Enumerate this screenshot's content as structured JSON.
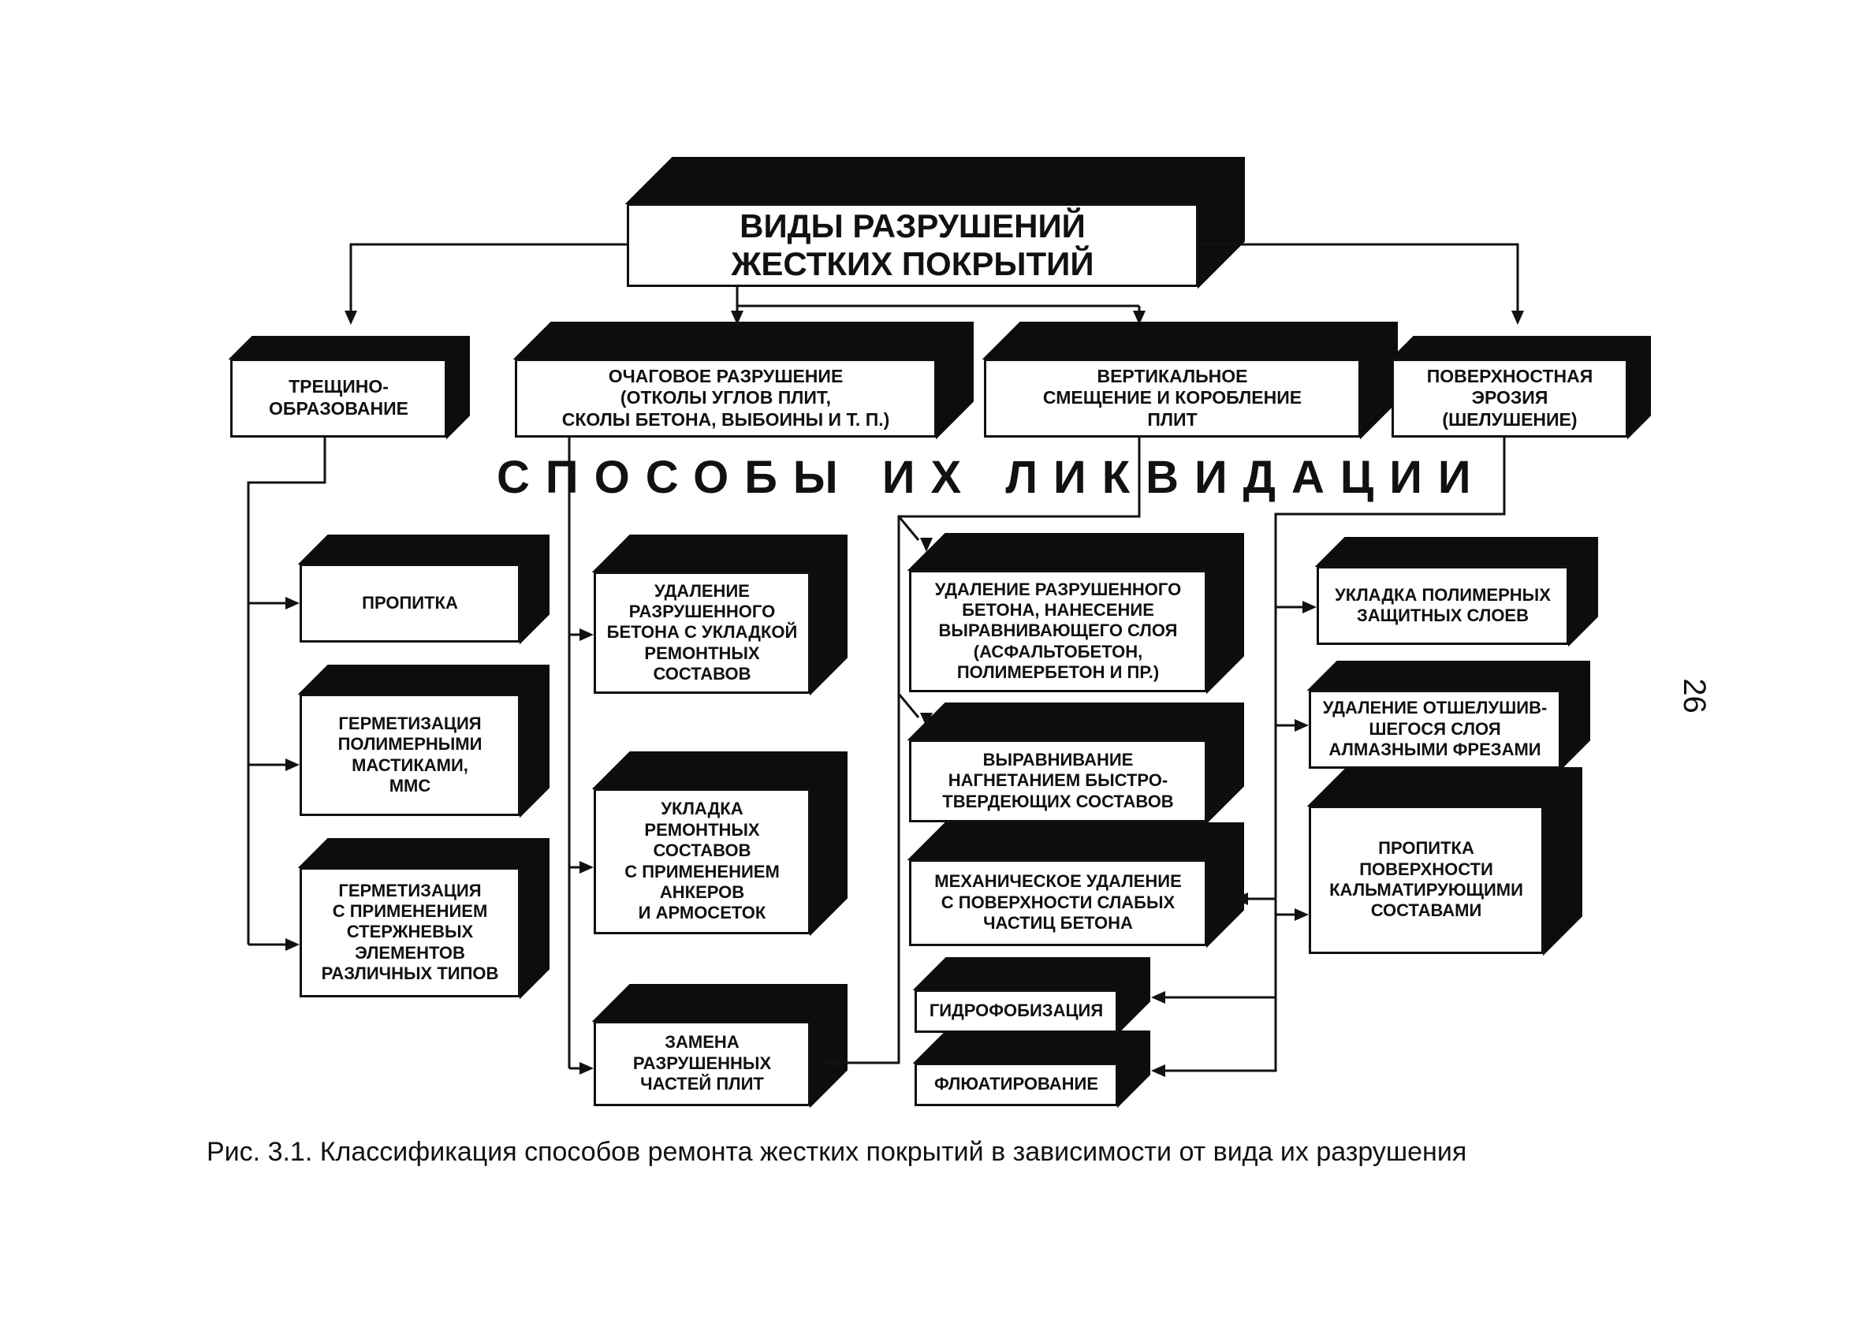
{
  "main_title": "ВИДЫ РАЗРУШЕНИЙ\nЖЕСТКИХ ПОКРЫТИЙ",
  "section_heading": "СПОСОБЫ ИХ ЛИКВИДАЦИИ",
  "categories": [
    {
      "label": "ТРЕЩИНО-\nОБРАЗОВАНИЕ"
    },
    {
      "label": "ОЧАГОВОЕ РАЗРУШЕНИЕ\n(ОТКОЛЫ УГЛОВ ПЛИТ,\nСКОЛЫ БЕТОНА, ВЫБОИНЫ И Т. П.)"
    },
    {
      "label": "ВЕРТИКАЛЬНОЕ\nСМЕЩЕНИЕ И КОРОБЛЕНИЕ\nПЛИТ"
    },
    {
      "label": "ПОВЕРХНОСТНАЯ\nЭРОЗИЯ\n(ШЕЛУШЕНИЕ)"
    }
  ],
  "methods": {
    "cracking": [
      "ПРОПИТКА",
      "ГЕРМЕТИЗАЦИЯ\nПОЛИМЕРНЫМИ\nМАСТИКАМИ,\nММС",
      "ГЕРМЕТИЗАЦИЯ\nС ПРИМЕНЕНИЕМ\nСТЕРЖНЕВЫХ\nЭЛЕМЕНТОВ\nРАЗЛИЧНЫХ ТИПОВ"
    ],
    "focal": [
      "УДАЛЕНИЕ\nРАЗРУШЕННОГО\nБЕТОНА С УКЛАДКОЙ\nРЕМОНТНЫХ\nСОСТАВОВ",
      "УКЛАДКА\nРЕМОНТНЫХ\nСОСТАВОВ\nС ПРИМЕНЕНИЕМ\nАНКЕРОВ\nИ АРМОСЕТОК",
      "ЗАМЕНА\nРАЗРУШЕННЫХ\nЧАСТЕЙ ПЛИТ"
    ],
    "vertical": [
      "УДАЛЕНИЕ РАЗРУШЕННОГО\nБЕТОНА, НАНЕСЕНИЕ\nВЫРАВНИВАЮЩЕГО СЛОЯ\n(АСФАЛЬТОБЕТОН,\nПОЛИМЕРБЕТОН И ПР.)",
      "ВЫРАВНИВАНИЕ\nНАГНЕТАНИЕМ БЫСТРО-\nТВЕРДЕЮЩИХ СОСТАВОВ",
      "МЕХАНИЧЕСКОЕ УДАЛЕНИЕ\nС ПОВЕРХНОСТИ СЛАБЫХ\nЧАСТИЦ БЕТОНА",
      "ГИДРОФОБИЗАЦИЯ",
      "ФЛЮАТИРОВАНИЕ"
    ],
    "erosion": [
      "УКЛАДКА ПОЛИМЕРНЫХ\nЗАЩИТНЫХ СЛОЕВ",
      "УДАЛЕНИЕ ОТШЕЛУШИВ-\nШЕГОСЯ СЛОЯ\nАЛМАЗНЫМИ ФРЕЗАМИ",
      "ПРОПИТКА\nПОВЕРХНОСТИ\nКАЛЬМАТИРУЮЩИМИ\nСОСТАВАМИ"
    ]
  },
  "page_number": "26",
  "caption": "Рис. 3.1. Классификация способов ремонта жестких покрытий в зависимости от вида их разрушения"
}
